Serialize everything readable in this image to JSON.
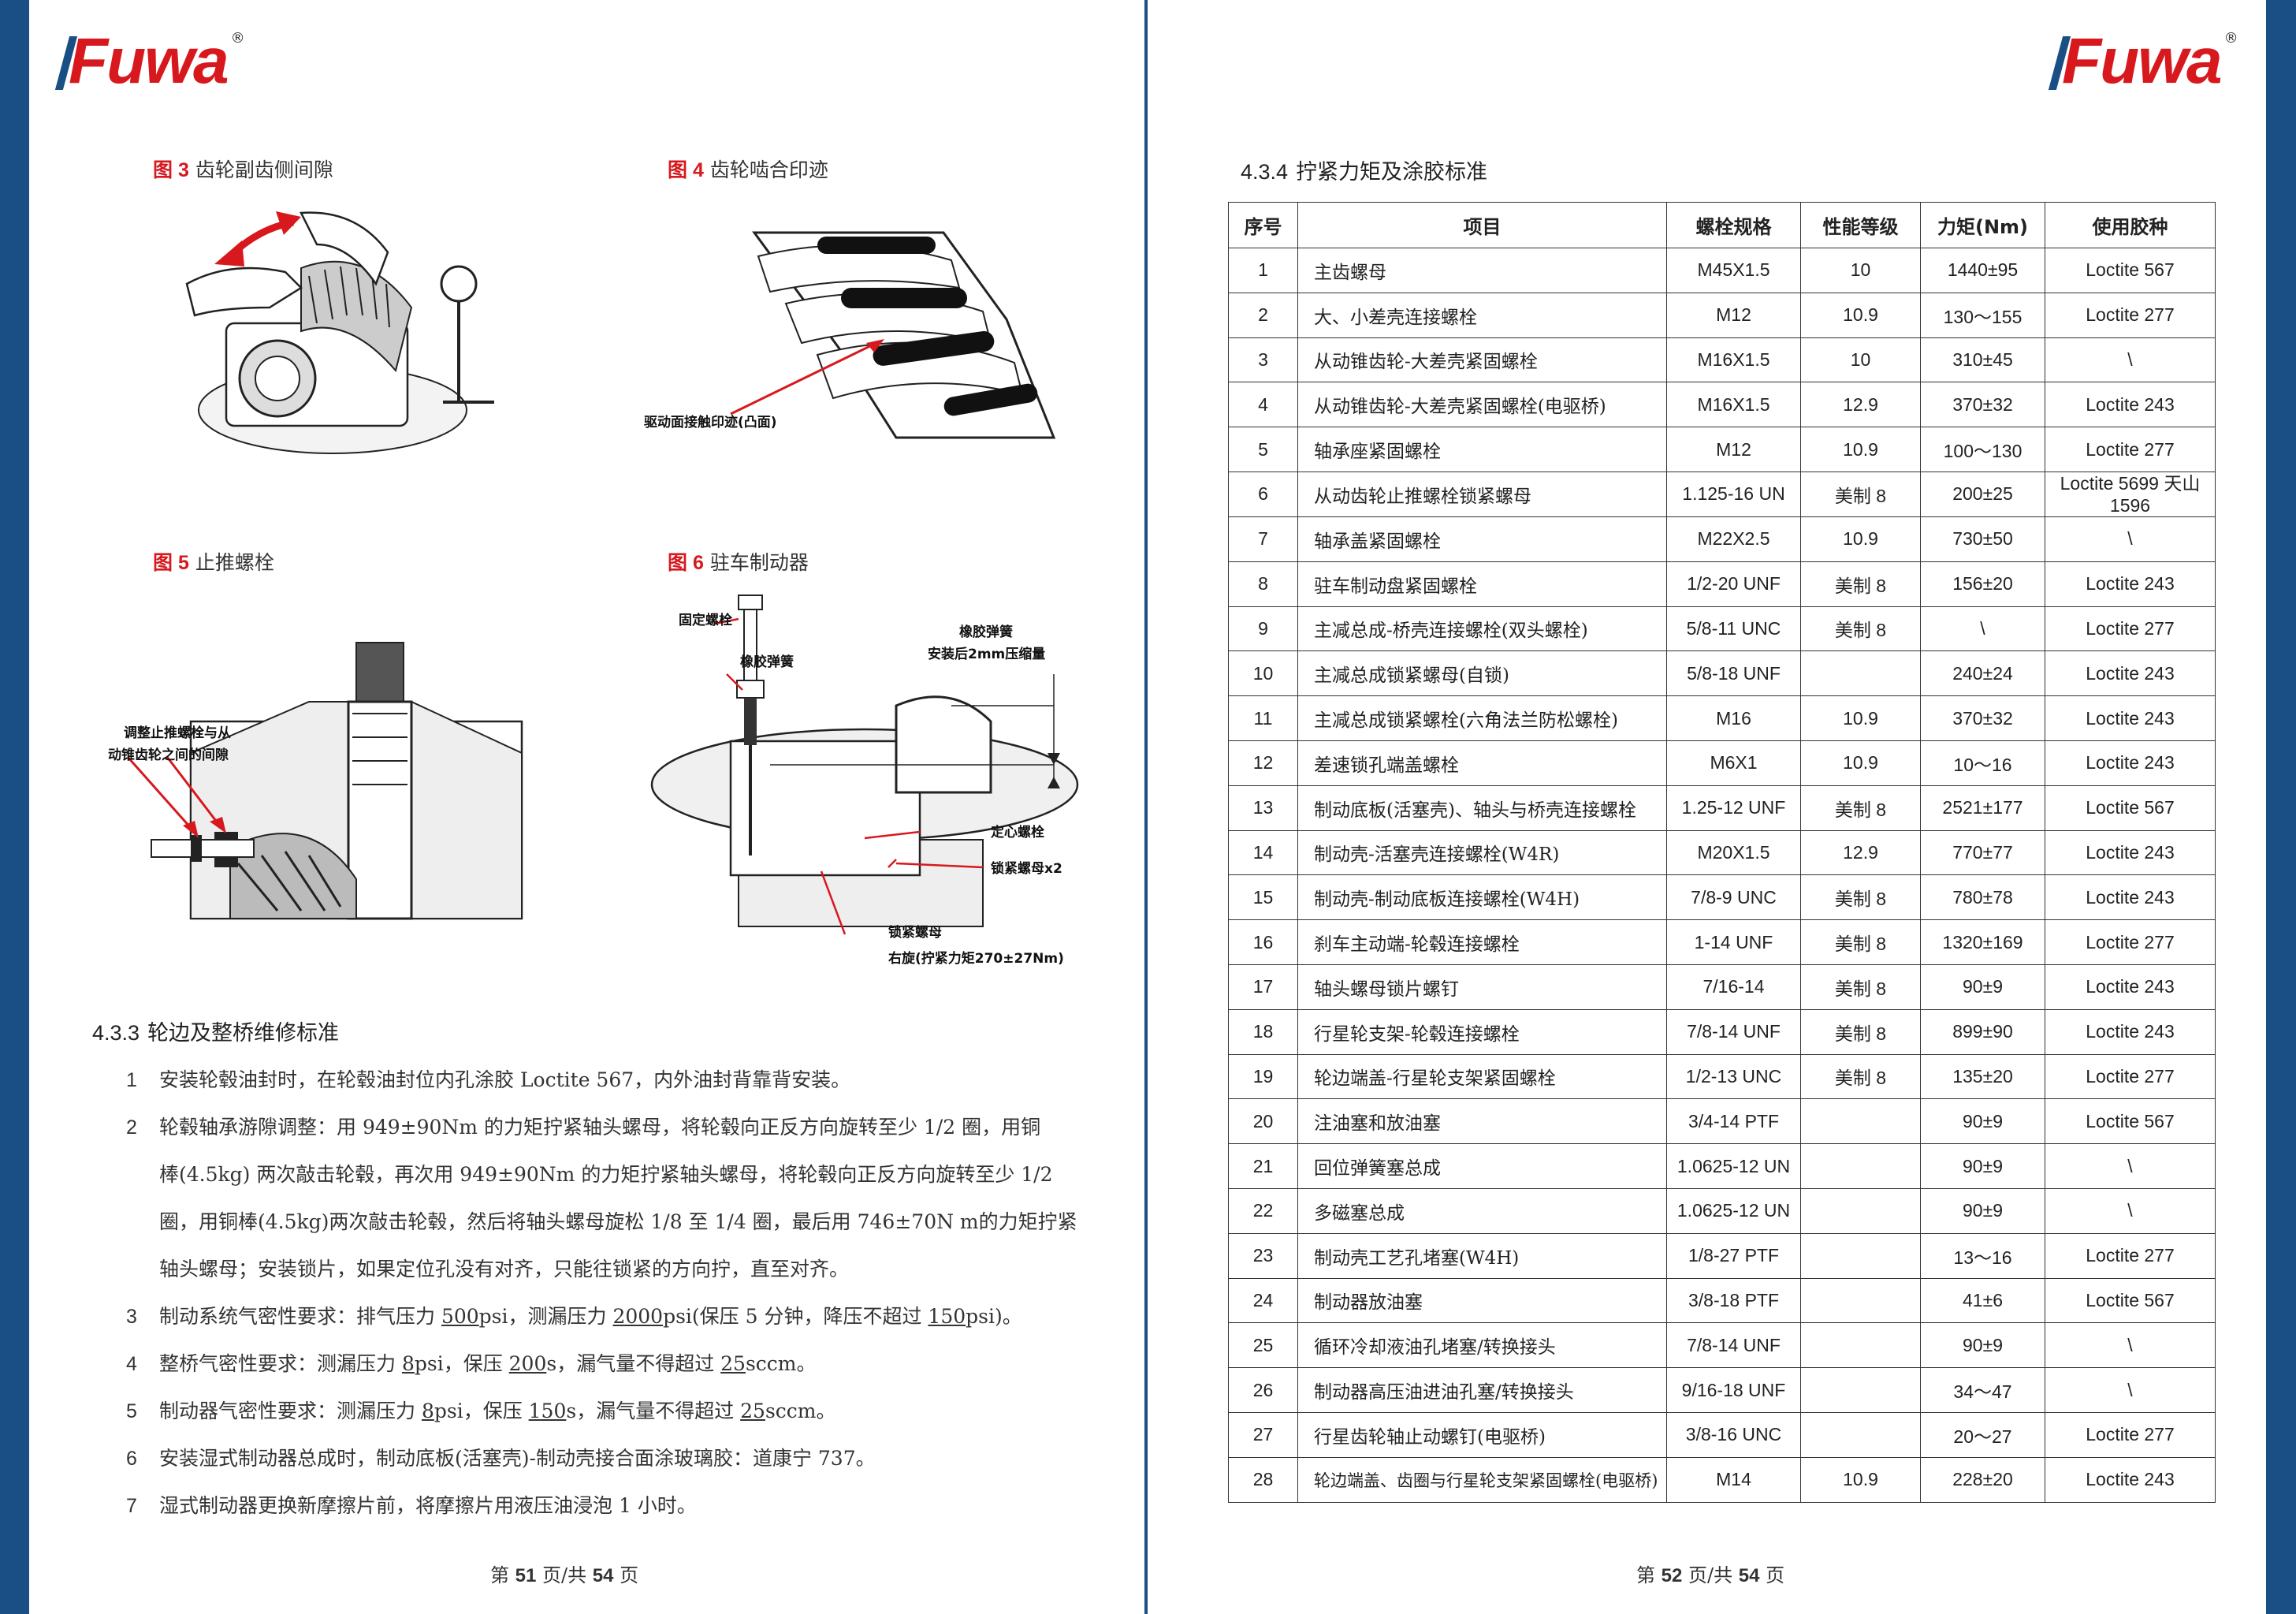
{
  "brand": {
    "name": "Fuwa",
    "reg": "®",
    "color_red": "#d7191e",
    "color_blue": "#1a4f86"
  },
  "left": {
    "fig3": {
      "num": "图 3",
      "title": "齿轮副齿侧间隙"
    },
    "fig4": {
      "num": "图 4",
      "title": "齿轮啮合印迹",
      "label": "驱动面接触印迹(凸面)"
    },
    "fig5": {
      "num": "图 5",
      "title": "止推螺栓",
      "label_1": "调整止推螺栓与从",
      "label_2": "动锥齿轮之间的间隙"
    },
    "fig6": {
      "num": "图 6",
      "title": "驻车制动器",
      "l_fixed_bolt": "固定螺栓",
      "l_spring": "橡胶弹簧",
      "l_spring2": "橡胶弹簧",
      "l_compress": "安装后2mm压缩量",
      "l_center_bolt": "定心螺栓",
      "l_lock_nut_x2": "锁紧螺母x2",
      "l_lock_nut": "锁紧螺母",
      "l_torque": "右旋(拧紧力矩270±27Nm)"
    },
    "section": {
      "num": "4.3.3",
      "title": "轮边及整桥维修标准"
    },
    "items": [
      {
        "idx": "1",
        "text": "安装轮毂油封时，在轮毂油封位内孔涂胶 Loctite 567，内外油封背靠背安装。"
      },
      {
        "idx": "2",
        "l1": "轮毂轴承游隙调整：用 949±90Nm  的力矩拧紧轴头螺母，将轮毂向正反方向旋转至少 1/2 圈，用铜",
        "l2": "棒(4.5kg) 两次敲击轮毂，再次用 949±90Nm  的力矩拧紧轴头螺母，将轮毂向正反方向旋转至少 1/2",
        "l3": "圈，用铜棒(4.5kg)两次敲击轮毂，然后将轴头螺母旋松 1/8 至 1/4 圈，最后用 746±70N m的力矩拧紧",
        "l4": "轴头螺母；安装锁片，如果定位孔没有对齐，只能往锁紧的方向拧，直至对齐。"
      },
      {
        "idx": "3",
        "a": "制动系统气密性要求：排气压力 ",
        "b": "500",
        "c": "psi，测漏压力 ",
        "d": "2000",
        "e": "psi(保压 5 分钟，降压不超过 ",
        "f": "150",
        "g": "psi)。"
      },
      {
        "idx": "4",
        "a": "整桥气密性要求：测漏压力 ",
        "b": "8",
        "c": "psi，保压 ",
        "d": "200",
        "e": "s，漏气量不得超过 ",
        "f": "25",
        "g": "sccm。"
      },
      {
        "idx": "5",
        "a": "制动器气密性要求：测漏压力 ",
        "b": "8",
        "c": "psi，保压 ",
        "d": "150",
        "e": "s，漏气量不得超过 ",
        "f": "25",
        "g": "sccm。"
      },
      {
        "idx": "6",
        "text": "安装湿式制动器总成时，制动底板(活塞壳)-制动壳接合面涂玻璃胶：道康宁  737。"
      },
      {
        "idx": "7",
        "text": "湿式制动器更换新摩擦片前，将摩擦片用液压油浸泡 1 小时。"
      }
    ],
    "page": {
      "a": "第",
      "cur": "51",
      "b": "页/共",
      "total": "54",
      "c": "页"
    }
  },
  "right": {
    "section": {
      "num": "4.3.4",
      "title": "拧紧力矩及涂胶标准"
    },
    "headers": [
      "序号",
      "项目",
      "螺栓规格",
      "性能等级",
      "力矩(Nm)",
      "使用胶种"
    ],
    "rows": [
      [
        "1",
        "主齿螺母",
        "M45X1.5",
        "10",
        "1440±95",
        "Loctite 567"
      ],
      [
        "2",
        "大、小差壳连接螺栓",
        "M12",
        "10.9",
        "130～155",
        "Loctite 277"
      ],
      [
        "3",
        "从动锥齿轮-大差壳紧固螺栓",
        "M16X1.5",
        "10",
        "310±45",
        "\\"
      ],
      [
        "4",
        "从动锥齿轮-大差壳紧固螺栓(电驱桥)",
        "M16X1.5",
        "12.9",
        "370±32",
        "Loctite 243"
      ],
      [
        "5",
        "轴承座紧固螺栓",
        "M12",
        "10.9",
        "100～130",
        "Loctite 277"
      ],
      [
        "6",
        "从动齿轮止推螺栓锁紧螺母",
        "1.125-16 UN",
        "美制 8",
        "200±25",
        "Loctite 5699 天山 1596"
      ],
      [
        "7",
        "轴承盖紧固螺栓",
        "M22X2.5",
        "10.9",
        "730±50",
        "\\"
      ],
      [
        "8",
        "驻车制动盘紧固螺栓",
        "1/2-20 UNF",
        "美制 8",
        "156±20",
        "Loctite 243"
      ],
      [
        "9",
        "主减总成-桥壳连接螺栓(双头螺栓)",
        "5/8-11 UNC",
        "美制 8",
        "\\",
        "Loctite 277"
      ],
      [
        "10",
        "主减总成锁紧螺母(自锁)",
        "5/8-18 UNF",
        "",
        "240±24",
        "Loctite 243"
      ],
      [
        "11",
        "主减总成锁紧螺栓(六角法兰防松螺栓)",
        "M16",
        "10.9",
        "370±32",
        "Loctite 243"
      ],
      [
        "12",
        "差速锁孔端盖螺栓",
        "M6X1",
        "10.9",
        "10～16",
        "Loctite 243"
      ],
      [
        "13",
        "制动底板(活塞壳)、轴头与桥壳连接螺栓",
        "1.25-12 UNF",
        "美制 8",
        "2521±177",
        "Loctite 567"
      ],
      [
        "14",
        "制动壳-活塞壳连接螺栓(W4R)",
        "M20X1.5",
        "12.9",
        "770±77",
        "Loctite 243"
      ],
      [
        "15",
        "制动壳-制动底板连接螺栓(W4H)",
        "7/8-9 UNC",
        "美制 8",
        "780±78",
        "Loctite 243"
      ],
      [
        "16",
        "刹车主动端-轮毂连接螺栓",
        "1-14 UNF",
        "美制 8",
        "1320±169",
        "Loctite 277"
      ],
      [
        "17",
        "轴头螺母锁片螺钉",
        "7/16-14",
        "美制 8",
        "90±9",
        "Loctite 243"
      ],
      [
        "18",
        "行星轮支架-轮毂连接螺栓",
        "7/8-14 UNF",
        "美制 8",
        "899±90",
        "Loctite 243"
      ],
      [
        "19",
        "轮边端盖-行星轮支架紧固螺栓",
        "1/2-13 UNC",
        "美制 8",
        "135±20",
        "Loctite 277"
      ],
      [
        "20",
        "注油塞和放油塞",
        "3/4-14 PTF",
        "",
        "90±9",
        "Loctite 567"
      ],
      [
        "21",
        "回位弹簧塞总成",
        "1.0625-12 UN",
        "",
        "90±9",
        "\\"
      ],
      [
        "22",
        "多磁塞总成",
        "1.0625-12 UN",
        "",
        "90±9",
        "\\"
      ],
      [
        "23",
        "制动壳工艺孔堵塞(W4H)",
        "1/8-27 PTF",
        "",
        "13～16",
        "Loctite 277"
      ],
      [
        "24",
        "制动器放油塞",
        "3/8-18 PTF",
        "",
        "41±6",
        "Loctite 567"
      ],
      [
        "25",
        "循环冷却液油孔堵塞/转换接头",
        "7/8-14 UNF",
        "",
        "90±9",
        "\\"
      ],
      [
        "26",
        "制动器高压油进油孔塞/转换接头",
        "9/16-18 UNF",
        "",
        "34～47",
        "\\"
      ],
      [
        "27",
        "行星齿轮轴止动螺钉(电驱桥)",
        "3/8-16 UNC",
        "",
        "20～27",
        "Loctite 277"
      ],
      [
        "28",
        "轮边端盖、齿圈与行星轮支架紧固螺栓(电驱桥)",
        "M14",
        "10.9",
        "228±20",
        "Loctite 243"
      ]
    ],
    "page": {
      "a": "第",
      "cur": "52",
      "b": "页/共",
      "total": "54",
      "c": "页"
    }
  }
}
